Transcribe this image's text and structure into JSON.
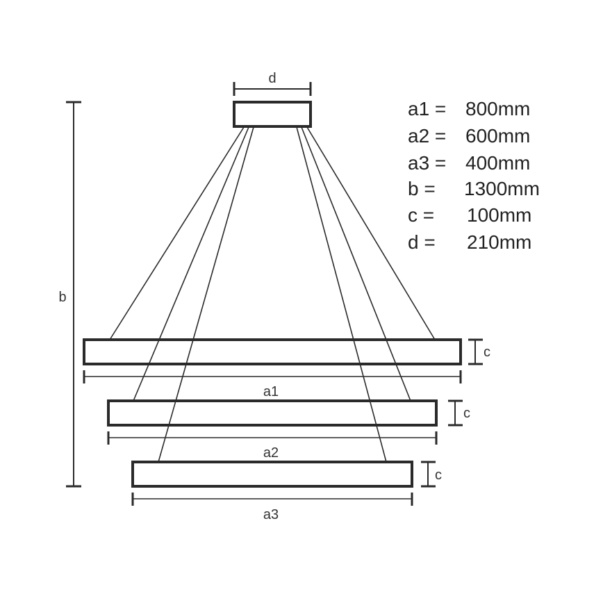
{
  "diagram": {
    "labels": {
      "d": "d",
      "b": "b",
      "c": "c",
      "a1": "a1",
      "a2": "a2",
      "a3": "a3"
    },
    "legend": [
      {
        "key": "a1 =",
        "value": "800mm"
      },
      {
        "key": "a2 =",
        "value": "600mm"
      },
      {
        "key": "a3 =",
        "value": "400mm"
      },
      {
        "key": "b =",
        "value": "1300mm"
      },
      {
        "key": "c =",
        "value": "100mm"
      },
      {
        "key": "d =",
        "value": "210mm"
      }
    ]
  }
}
